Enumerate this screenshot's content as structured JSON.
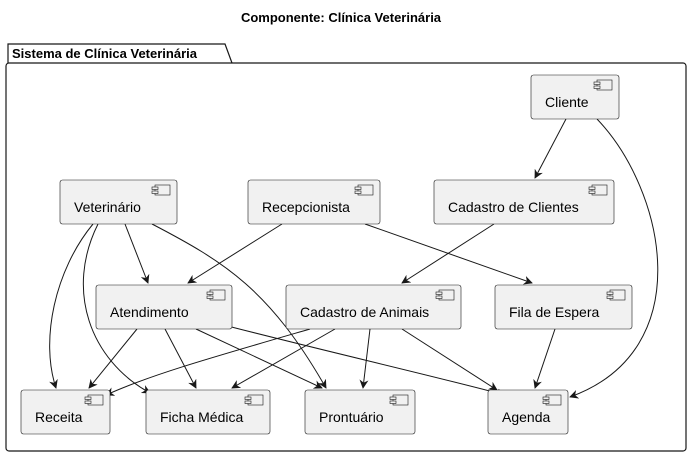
{
  "diagram_title": "Componente: Clínica Veterinária",
  "package": {
    "label": "Sistema de Clínica Veterinária"
  },
  "components": [
    {
      "id": "cliente",
      "label": "Cliente"
    },
    {
      "id": "veterinario",
      "label": "Veterinário"
    },
    {
      "id": "recepcionista",
      "label": "Recepcionista"
    },
    {
      "id": "cadastro_clientes",
      "label": "Cadastro de Clientes"
    },
    {
      "id": "atendimento",
      "label": "Atendimento"
    },
    {
      "id": "cadastro_animais",
      "label": "Cadastro de Animais"
    },
    {
      "id": "fila_espera",
      "label": "Fila de Espera"
    },
    {
      "id": "receita",
      "label": "Receita"
    },
    {
      "id": "ficha_medica",
      "label": "Ficha Médica"
    },
    {
      "id": "prontuario",
      "label": "Prontuário"
    },
    {
      "id": "agenda",
      "label": "Agenda"
    }
  ],
  "connections": [
    {
      "from": "cliente",
      "to": "cadastro_clientes"
    },
    {
      "from": "cliente",
      "to": "agenda"
    },
    {
      "from": "veterinario",
      "to": "receita"
    },
    {
      "from": "veterinario",
      "to": "ficha_medica"
    },
    {
      "from": "veterinario",
      "to": "atendimento"
    },
    {
      "from": "veterinario",
      "to": "prontuario"
    },
    {
      "from": "recepcionista",
      "to": "atendimento"
    },
    {
      "from": "recepcionista",
      "to": "fila_espera"
    },
    {
      "from": "cadastro_clientes",
      "to": "cadastro_animais"
    },
    {
      "from": "atendimento",
      "to": "receita"
    },
    {
      "from": "atendimento",
      "to": "ficha_medica"
    },
    {
      "from": "atendimento",
      "to": "prontuario"
    },
    {
      "from": "atendimento",
      "to": "agenda"
    },
    {
      "from": "cadastro_animais",
      "to": "receita"
    },
    {
      "from": "cadastro_animais",
      "to": "ficha_medica"
    },
    {
      "from": "cadastro_animais",
      "to": "prontuario"
    },
    {
      "from": "cadastro_animais",
      "to": "agenda"
    },
    {
      "from": "fila_espera",
      "to": "agenda"
    }
  ]
}
